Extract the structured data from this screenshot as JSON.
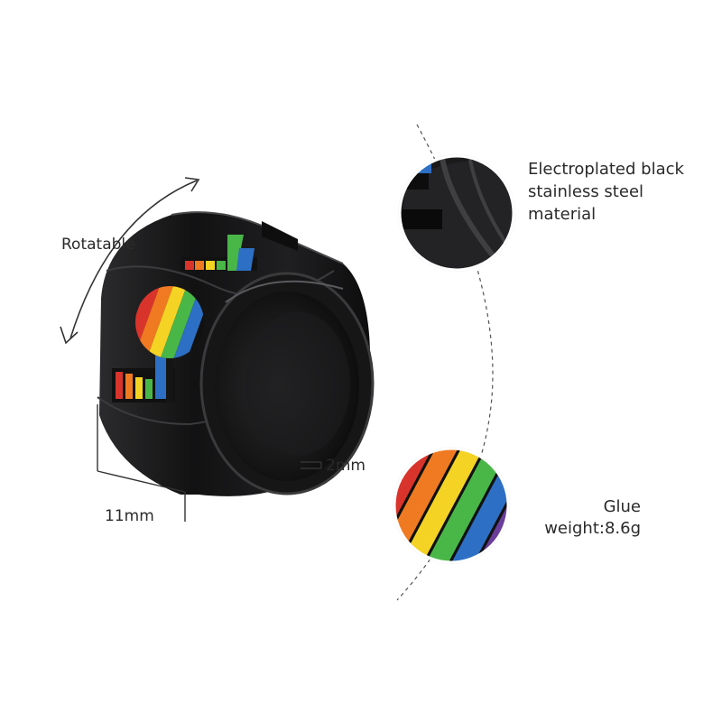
{
  "labels": {
    "rotatable": "Rotatable",
    "width": "11mm",
    "thickness": "2mm",
    "material_line1": "Electroplated black",
    "material_line2": "stainless steel",
    "material_line3": "material",
    "glue": "Glue",
    "weight": "weight:8.6g"
  },
  "colors": {
    "ring_black": "#1b1b1c",
    "rainbow": [
      "#d9342b",
      "#f07a22",
      "#f4d324",
      "#49b747",
      "#2d6fc4",
      "#6a3d9a"
    ]
  }
}
